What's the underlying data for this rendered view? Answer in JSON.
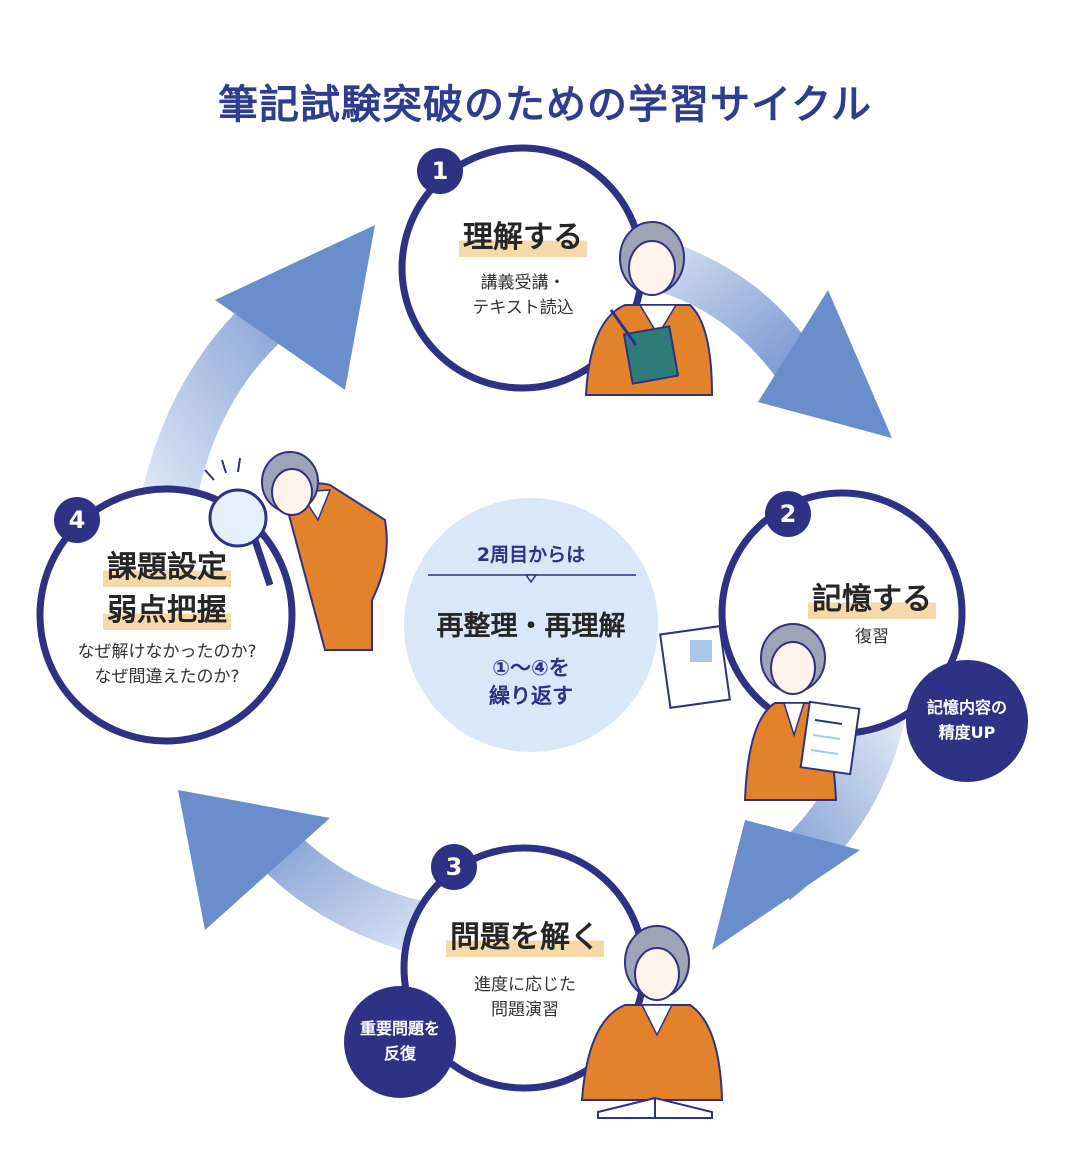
{
  "title": "筆記試験突破のための学習サイクル",
  "steps": [
    {
      "number": "1",
      "heading": "理解する",
      "sub1": "講義受講・",
      "sub2": "テキスト読込"
    },
    {
      "number": "2",
      "heading": "記憶する",
      "sub1": "復習",
      "badge1": "記憶内容の",
      "badge2": "精度UP"
    },
    {
      "number": "3",
      "heading": "問題を解く",
      "sub1": "進度に応じた",
      "sub2": "問題演習",
      "badge1": "重要問題を",
      "badge2": "反復"
    },
    {
      "number": "4",
      "heading1": "課題設定",
      "heading2": "弱点把握",
      "sub1": "なぜ解けなかったのか?",
      "sub2": "なぜ間違えたのか?"
    }
  ],
  "center": {
    "label": "2周目からは",
    "main": "再整理・再理解",
    "line1": "①～④を",
    "line2": "繰り返す"
  },
  "colors": {
    "navy": "#2f3184",
    "title": "#2f3d8f",
    "arrow_light": "#dfe8f6",
    "arrow_dark": "#6f90cd",
    "center_fill": "#d9e7f8",
    "highlight": "#f5d9a8",
    "suit": "#e2832b"
  }
}
